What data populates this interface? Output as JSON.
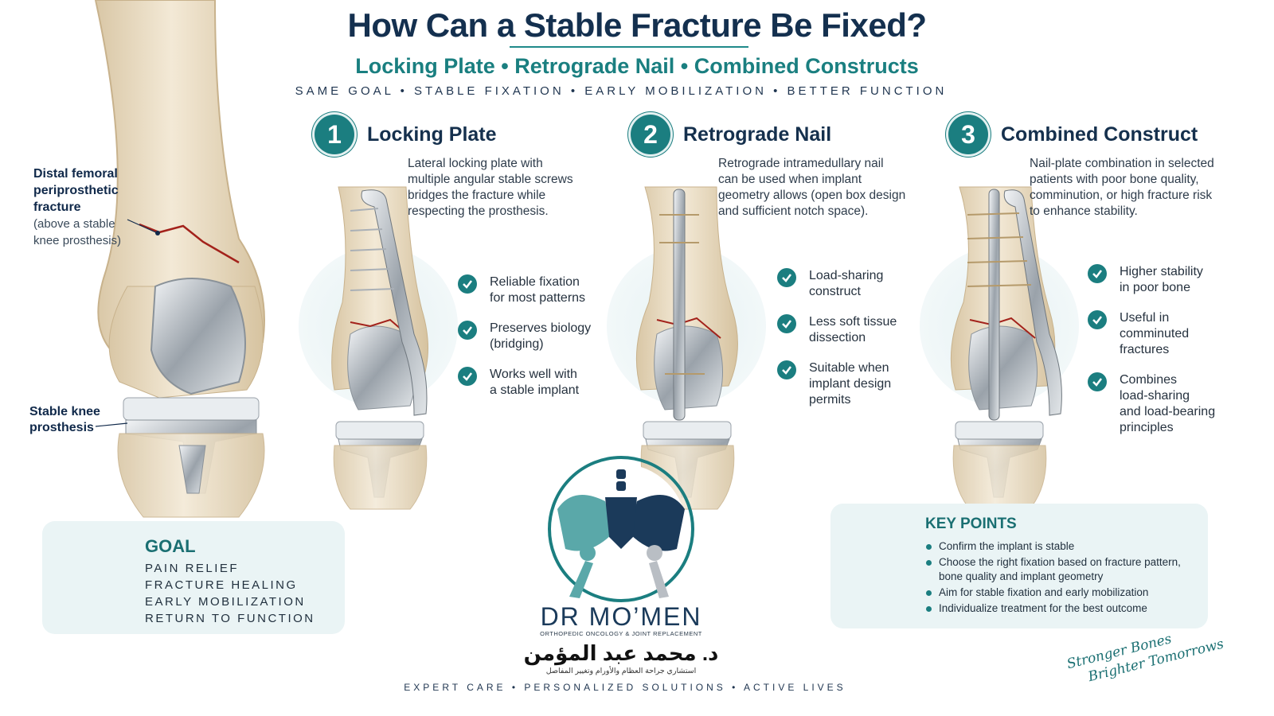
{
  "header": {
    "title": "How Can a Stable Fracture Be Fixed?",
    "subtitle": "Locking Plate • Retrograde Nail • Combined Constructs",
    "tagline": "SAME GOAL  •  STABLE FIXATION  •  EARLY MOBILIZATION  •  BETTER FUNCTION"
  },
  "left_illustration": {
    "fracture_label_bold": [
      "Distal femoral",
      "periprosthetic",
      "fracture"
    ],
    "fracture_label_normal": [
      "(above a stable",
      "knee prosthesis)"
    ],
    "prosthesis_label": [
      "Stable knee",
      "prosthesis"
    ]
  },
  "options": [
    {
      "number": "1",
      "title": "Locking Plate",
      "description": [
        "Lateral locking plate with",
        "multiple angular stable screws",
        "bridges the fracture while",
        "respecting the prosthesis."
      ],
      "benefits": [
        [
          "Reliable fixation",
          "for most patterns"
        ],
        [
          "Preserves biology",
          "(bridging)"
        ],
        [
          "Works well with",
          "a stable implant"
        ]
      ]
    },
    {
      "number": "2",
      "title": "Retrograde Nail",
      "description": [
        "Retrograde intramedullary nail",
        "can be used when implant",
        "geometry allows (open box design",
        "and sufficient notch space)."
      ],
      "benefits": [
        [
          "Load-sharing",
          "construct"
        ],
        [
          "Less soft tissue",
          "dissection"
        ],
        [
          "Suitable when",
          "implant design",
          "permits"
        ]
      ]
    },
    {
      "number": "3",
      "title": "Combined Construct",
      "description": [
        "Nail-plate combination in selected",
        "patients with poor bone quality,",
        "comminution, or high fracture risk",
        "to enhance stability."
      ],
      "benefits": [
        [
          "Higher stability",
          "in poor bone"
        ],
        [
          "Useful in",
          "comminuted",
          "fractures"
        ],
        [
          "Combines",
          "load-sharing",
          "and load-bearing",
          "principles"
        ]
      ]
    }
  ],
  "goal": {
    "title": "GOAL",
    "items": [
      "PAIN RELIEF",
      "FRACTURE HEALING",
      "EARLY MOBILIZATION",
      "RETURN TO FUNCTION"
    ]
  },
  "key_points": {
    "title": "KEY POINTS",
    "items": [
      "Confirm the implant is stable",
      "Choose the right fixation based on fracture pattern, bone quality and implant geometry",
      "Aim for stable fixation and early mobilization",
      "Individualize treatment for the best outcome"
    ]
  },
  "brand": {
    "name": "DR MO’MEN",
    "sub": "ORTHOPEDIC ONCOLOGY & JOINT REPLACEMENT",
    "arabic_name": "د. محمد عبد المؤمن",
    "arabic_sub": "استشاري جراحة العظام والأورام وتغيير المفاصل"
  },
  "footer": "EXPERT CARE  •  PERSONALIZED SOLUTIONS  •  ACTIVE LIVES",
  "slogan": [
    "Stronger Bones",
    "Brighter Tomorrows"
  ],
  "colors": {
    "teal": "#1b7e80",
    "navy": "#14304f",
    "panel": "#eaf4f5",
    "bone": "#e9dcc4",
    "metal": "#b9bec4",
    "fracture": "#a3221b"
  },
  "icons": [
    "walking-person-icon",
    "shield-check-icon",
    "check-icon",
    "pelvis-logo-icon"
  ]
}
